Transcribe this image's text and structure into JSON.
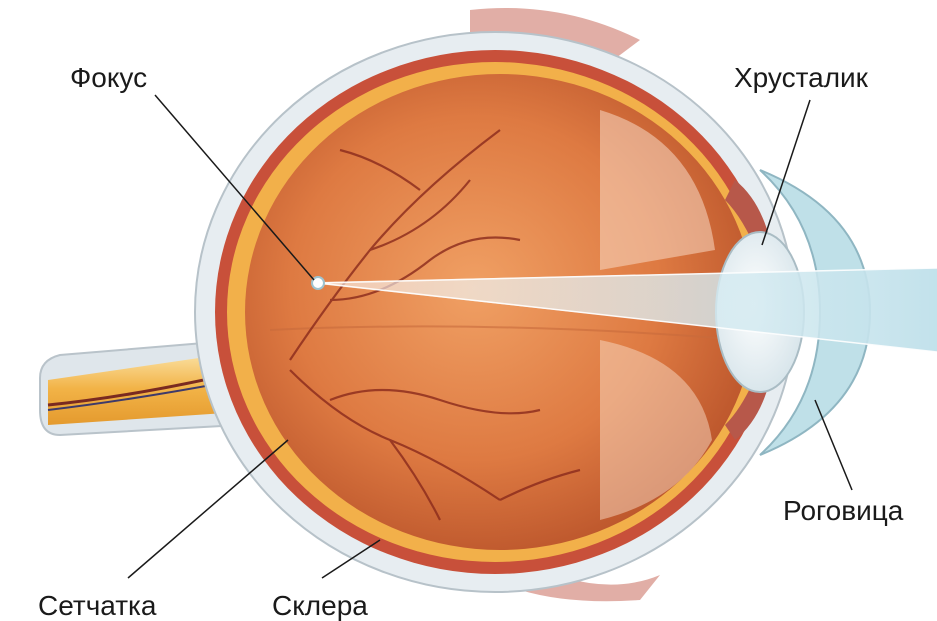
{
  "labels": {
    "focus": "Фокус",
    "lens": "Хрусталик",
    "cornea": "Роговица",
    "retina": "Сетчатка",
    "sclera": "Склера"
  },
  "colors": {
    "vitreous": "#d9733f",
    "retina_band": "#f3b04a",
    "sclera": "#e9eef2",
    "cornea": "#bfe0e8",
    "lens": "#eef4f6",
    "light_beam": "#cfe6ee",
    "vessels": "#8a2a1c",
    "optic_nerve": "#f2b347"
  }
}
